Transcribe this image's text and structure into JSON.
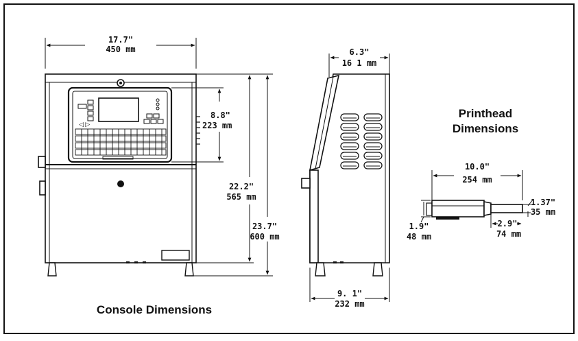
{
  "console": {
    "width_in": "17.7\"",
    "width_mm": "450 mm",
    "panel_height_in": "8.8\"",
    "panel_height_mm": "223 mm",
    "body_height_in": "22.2\"",
    "body_height_mm": "565 mm",
    "total_height_in": "23.7\"",
    "total_height_mm": "600 mm",
    "caption": "Console Dimensions"
  },
  "side": {
    "top_depth_in": "6.3\"",
    "top_depth_mm": "16 1 mm",
    "base_depth_in": "9. 1\"",
    "base_depth_mm": "232 mm"
  },
  "printhead": {
    "title_line1": "Printhead",
    "title_line2": "Dimensions",
    "length_in": "10.0\"",
    "length_mm": "254 mm",
    "diameter_in": "1.37\"",
    "diameter_mm": "35 mm",
    "body_in": "1.9\"",
    "body_mm": "48 mm",
    "tip_in": "2.9\"",
    "tip_mm": "74 mm"
  }
}
